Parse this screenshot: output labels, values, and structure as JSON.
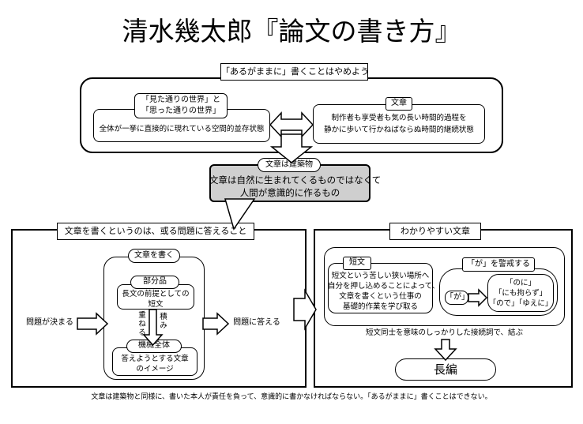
{
  "title": "清水幾太郎『論文の書き方』",
  "top_section": {
    "header": "「あるがままに」書くことはやめよう",
    "left_box": {
      "line1": "「見た通りの世界」と",
      "line2": "「思った通りの世界」",
      "desc": "全体が一挙に直接的に現れている空間的並存状態"
    },
    "right_box": {
      "label": "文章",
      "desc1": "制作者も享受者も気の長い時間的過程を",
      "desc2": "静かに歩いて行かねばならぬ時間的継続状態"
    }
  },
  "middle_section": {
    "label": "文章は建築物",
    "line1": "文章は自然に生まれてくるものではなくて",
    "line2": "人間が意識的に作るもの"
  },
  "left_section": {
    "header": "文章を書くというのは、或る問題に答えること",
    "inner_label": "文章を書く",
    "start": "問題が決まる",
    "end": "問題に答える",
    "part_label": "部分品",
    "part_desc1": "長文の前提としての",
    "part_desc2": "短文",
    "stack_left": "重ねる",
    "stack_right": "積み",
    "whole_label": "機械全体",
    "whole_desc1": "答えようとする文章",
    "whole_desc2": "のイメージ"
  },
  "right_section": {
    "header": "わかりやすい文章",
    "short_label": "短文",
    "short_desc1": "短文という苦しい狭い場所へ",
    "short_desc2": "自分を押し込めることによって、",
    "short_desc3": "文章を書くという仕事の",
    "short_desc4": "基礎的作業を学び取る",
    "ga_label": "「が」を警戒する",
    "ga_item": "「が」",
    "alt1": "「のに」",
    "alt2": "「にも拘らず」",
    "alt3": "「ので」「ゆえに」",
    "connect": "短文同士を意味のしっかりした接続詞で、結ぶ",
    "result": "長編"
  },
  "footer": "文章は建築物と同様に、書いた本人が責任を負って、意識的に書かなければならない。「あるがままに」書くことはできない。"
}
